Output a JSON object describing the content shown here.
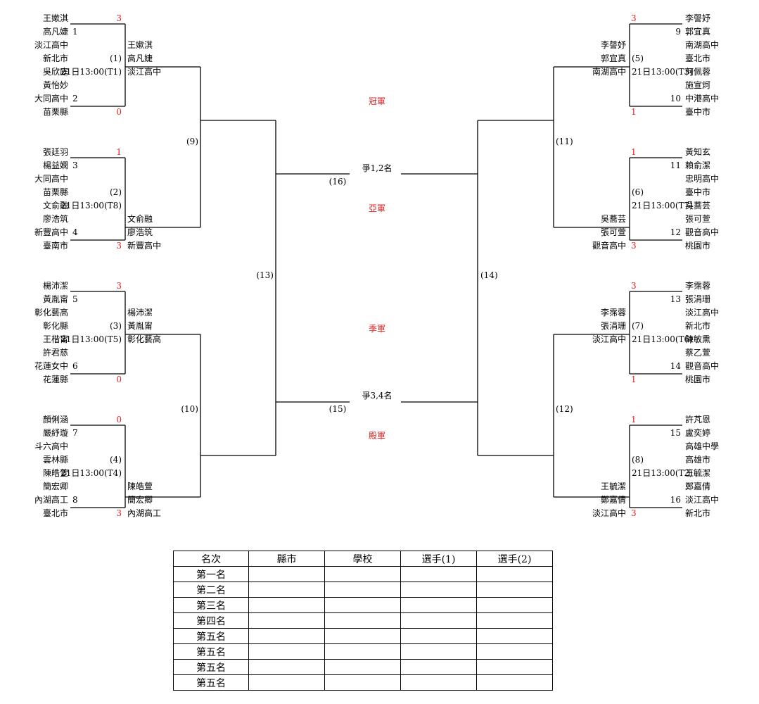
{
  "entries": [
    {
      "seed": "1",
      "p1": "王嫰淇",
      "p2": "高凡婕",
      "school": "淡江高中",
      "city": "新北市",
      "score": "3"
    },
    {
      "seed": "2",
      "p1": "吳欣庭",
      "p2": "黃怡妙",
      "school": "大同高中",
      "city": "苗栗縣",
      "score": "0"
    },
    {
      "seed": "3",
      "p1": "張廷羽",
      "p2": "楊益嫻",
      "school": "大同高中",
      "city": "苗栗縣",
      "score": "1"
    },
    {
      "seed": "4",
      "p1": "文俞融",
      "p2": "廖浩筑",
      "school": "新豐高中",
      "city": "臺南市",
      "score": "3"
    },
    {
      "seed": "5",
      "p1": "楊沛潔",
      "p2": "黃胤甯",
      "school": "彰化藝高",
      "city": "彰化縣",
      "score": "3"
    },
    {
      "seed": "6",
      "p1": "王楷甯",
      "p2": "許君慈",
      "school": "花蓮女中",
      "city": "花蓮縣",
      "score": "0"
    },
    {
      "seed": "7",
      "p1": "顏俐涵",
      "p2": "嚴紓璇",
      "school": "斗六高中",
      "city": "雲林縣",
      "score": "0"
    },
    {
      "seed": "8",
      "p1": "陳皓萱",
      "p2": "簡宏卿",
      "school": "內湖高工",
      "city": "臺北市",
      "score": "3"
    },
    {
      "seed": "9",
      "p1": "李謦妤",
      "p2": "郭宜真",
      "school": "南湖高中",
      "city": "臺北市",
      "score": "3"
    },
    {
      "seed": "10",
      "p1": "何佩蓉",
      "p2": "施宣炣",
      "school": "中港高中",
      "city": "臺中市",
      "score": "1"
    },
    {
      "seed": "11",
      "p1": "黃知玄",
      "p2": "賴俞潔",
      "school": "忠明高中",
      "city": "臺中市",
      "score": "1"
    },
    {
      "seed": "12",
      "p1": "吳蕎芸",
      "p2": "張可萱",
      "school": "觀音高中",
      "city": "桃園市",
      "score": "3"
    },
    {
      "seed": "13",
      "p1": "李霈蓉",
      "p2": "張涓珊",
      "school": "淡江高中",
      "city": "新北市",
      "score": "3"
    },
    {
      "seed": "14",
      "p1": "陳敏熏",
      "p2": "蔡乙萱",
      "school": "觀音高中",
      "city": "桃園市",
      "score": "1"
    },
    {
      "seed": "15",
      "p1": "許芃恩",
      "p2": "盧奕婷",
      "school": "高雄中學",
      "city": "高雄市",
      "score": "1"
    },
    {
      "seed": "16",
      "p1": "王毓潔",
      "p2": "鄭嘉倩",
      "school": "淡江高中",
      "city": "新北市",
      "score": "3"
    }
  ],
  "matches": [
    {
      "no": "(1)",
      "time": "21日13:00(T1)",
      "w1": "王嫰淇",
      "w2": "高凡婕",
      "ws": "淡江高中"
    },
    {
      "no": "(2)",
      "time": "21日13:00(T8)",
      "w1": "文俞融",
      "w2": "廖浩筑",
      "ws": "新豐高中"
    },
    {
      "no": "(3)",
      "time": "21日13:00(T5)",
      "w1": "楊沛潔",
      "w2": "黃胤甯",
      "ws": "彰化藝高"
    },
    {
      "no": "(4)",
      "time": "21日13:00(T4)",
      "w1": "陳皓萱",
      "w2": "簡宏卿",
      "ws": "內湖高工"
    },
    {
      "no": "(5)",
      "time": "21日13:00(T3)",
      "w1": "李謦妤",
      "w2": "郭宜真",
      "ws": "南湖高中"
    },
    {
      "no": "(6)",
      "time": "21日13:00(T7)",
      "w1": "吳蕎芸",
      "w2": "張可萱",
      "ws": "觀音高中"
    },
    {
      "no": "(7)",
      "time": "21日13:00(T6)",
      "w1": "李霈蓉",
      "w2": "張涓珊",
      "ws": "淡江高中"
    },
    {
      "no": "(8)",
      "time": "21日13:00(T2)",
      "w1": "王毓潔",
      "w2": "鄭嘉倩",
      "ws": "淡江高中"
    }
  ],
  "later_rounds": [
    "(9)",
    "(10)",
    "(11)",
    "(12)",
    "(13)",
    "(14)",
    "(15)",
    "(16)"
  ],
  "center": {
    "champion": "冠軍",
    "final_label": "爭1,2名",
    "runner_up": "亞軍",
    "third": "季軍",
    "third_label": "爭3,4名",
    "fourth": "殿軍"
  },
  "colors": {
    "score": "#e02020",
    "medal": "#e02020",
    "line": "#000000"
  },
  "ranking": {
    "headers": [
      "名次",
      "縣市",
      "學校",
      "選手(1)",
      "選手(2)"
    ],
    "rows": [
      "第一名",
      "第二名",
      "第三名",
      "第四名",
      "第五名",
      "第五名",
      "第五名",
      "第五名"
    ]
  }
}
